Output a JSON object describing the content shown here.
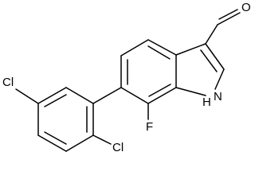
{
  "molecule": {
    "atoms": {
      "oxygen": "O",
      "nitrogen": "N",
      "hydrogen": "H",
      "fluorine": "F",
      "chlorine_left": "Cl",
      "chlorine_bottom": "Cl"
    }
  },
  "colors": {
    "bond": "#000000",
    "background": "#ffffff",
    "text": "#000000"
  }
}
